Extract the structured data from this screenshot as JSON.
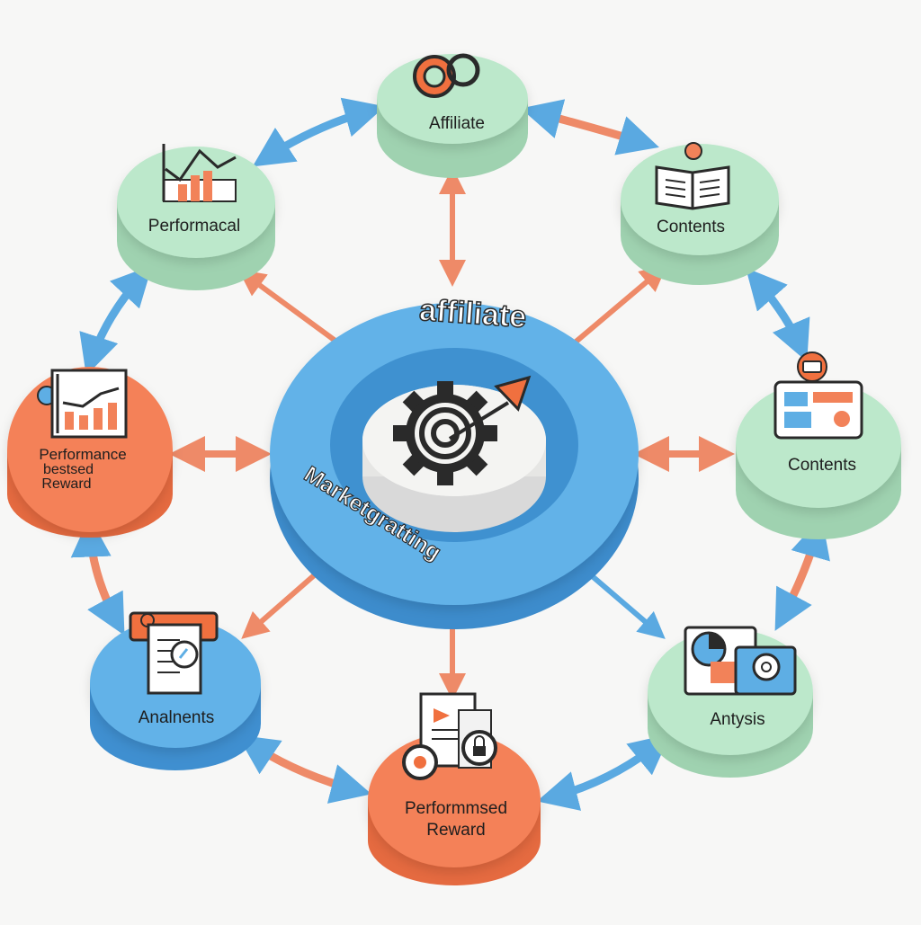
{
  "colors": {
    "background": "#f7f7f6",
    "green_node": "#b9e6c9",
    "blue_node": "#5eaee4",
    "orange_node": "#f28259",
    "hub_ring": "#5eaee4",
    "arrow_orange": "#ee8a68",
    "arrow_blue": "#5aa9e1",
    "icon_dark": "#2a2a2a"
  },
  "hub": {
    "top_label": "affiliate",
    "bottom_label": "Marketgratting",
    "center_icon": "gear-target-icon"
  },
  "nodes": {
    "affiliate": {
      "label": "Affiliate",
      "icon": "ring-link-icon"
    },
    "contents_top": {
      "label": "Contents",
      "icon": "open-book-icon"
    },
    "contents_right": {
      "label": "Contents",
      "icon": "dashboard-card-icon"
    },
    "analysis": {
      "label": "Antysis",
      "icon": "pie-chart-report-icon"
    },
    "performed_reward": {
      "lines": [
        "Performmsed",
        "Reward"
      ],
      "icon": "document-lock-icon"
    },
    "analments": {
      "label": "Analnents",
      "icon": "clipboard-report-icon"
    },
    "performance_reward": {
      "lines": [
        "Performance",
        "bestsed",
        "Reward"
      ],
      "icon": "bar-chart-icon"
    },
    "performacal": {
      "label": "Performacal",
      "icon": "line-chart-icon"
    }
  }
}
